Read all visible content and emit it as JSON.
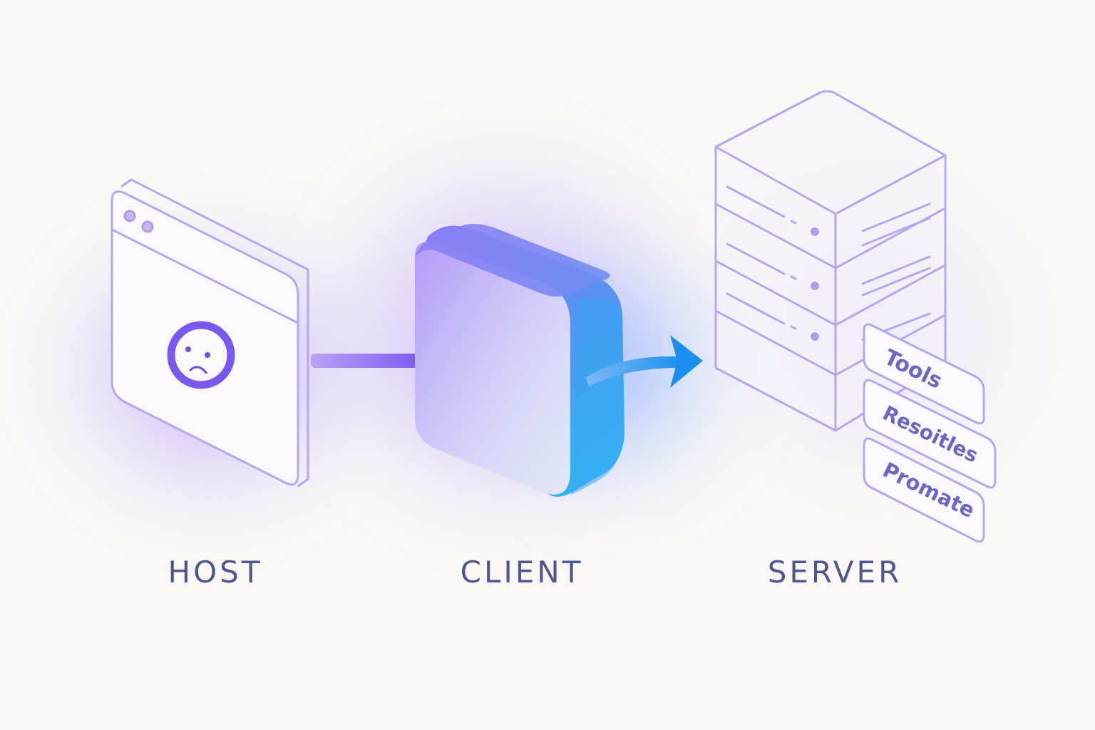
{
  "labels": {
    "host": "HOST",
    "client": "CLIENT",
    "server": "SERVER"
  },
  "server_tags": [
    "Tools",
    "Resoitles",
    "Promate"
  ],
  "icons": {
    "host": "browser-window-sad-face-icon",
    "client": "rounded-cube-icon",
    "server": "server-rack-icon"
  },
  "colors": {
    "outline": "#b8a6ee",
    "accent_purple": "#7b5cf0",
    "accent_blue": "#1ea0f0",
    "label_text": "#4f568d",
    "tag_text": "#6d66c4"
  }
}
